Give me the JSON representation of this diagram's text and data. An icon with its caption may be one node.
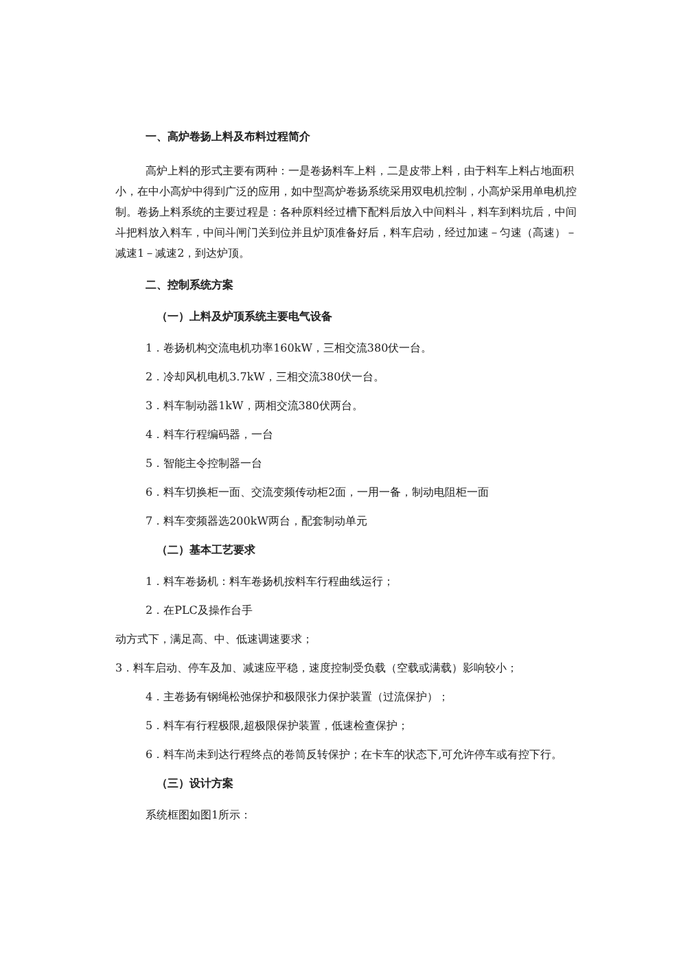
{
  "diagram": {
    "labels": [
      "一、高炉卷扬上料及布料过程简介",
      "高炉上料的形式主要有两种：一是卷扬料车上料，二是皮带上料，由于料车上料占地面积小，在中小高炉中得到广泛的应用，如中型高炉卷扬系统采用双电机控制，小高炉采用单电机控制。卷扬上料系统的主要过程是：各种原料经过槽下配料后放入中间料斗，料车到料坑后，中间斗把料放入料车，中间斗闸门关到位并且炉顶准备好后，料车启动，经过加速－匀速（高速）－减速1－减速2，到达炉顶。",
      "二、控制系统方案",
      "（一）上料及炉顶系统主要电气设备",
      "1．卷扬机构交流电机功率160kW，三相交流380伏一台。",
      "2．冷却风机电机3.7kW，三相交流380伏一台。",
      "3．料车制动器1kW，两相交流380伏两台。",
      "4．料车行程编码器，一台",
      "5．智能主令控制器一台",
      "6．料车切换柜一面、交流变频传动柜2面，一用一备，制动电阻柜一面",
      "7．料车变频器选200kW两台，配套制动单元",
      "（二）基本工艺要求",
      "1．料车卷扬机：料车卷扬机按料车行程曲线运行；",
      "2．在PLC及操作台手",
      "动方式下，满足高、中、低速调速要求；",
      "3．料车启动、停车及加、减速应平稳，速度控制受负载（空载或满载）影响较小；",
      "4．主卷扬有钢绳松弛保护和极限张力保护装置（过流保护）；",
      "5．料车有行程极限,超极限保护装置，低速检查保护；",
      "6．料车尚未到达行程终点的卷筒反转保护；在卡车的状态下,可允许停车或有控下行。",
      "（三）设计方案",
      "系统框图如图1所示："
    ]
  }
}
